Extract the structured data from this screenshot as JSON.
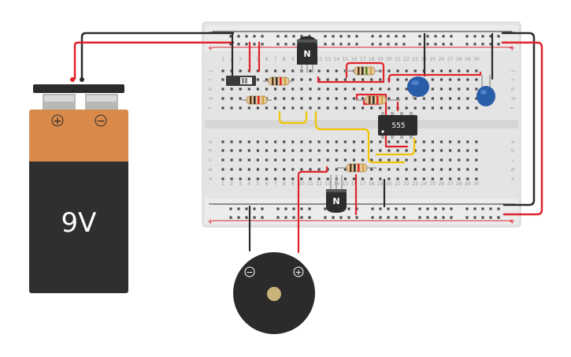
{
  "battery": {
    "voltage_label": "9V",
    "plus_label": "+",
    "minus_label": "−"
  },
  "breadboard": {
    "rail_plus": "+",
    "rail_minus": "−",
    "row_letters_top": [
      "j",
      "i",
      "h",
      "g",
      "f"
    ],
    "row_letters_bottom": [
      "e",
      "d",
      "c",
      "b",
      "a"
    ],
    "column_numbers": [
      "1",
      "2",
      "3",
      "4",
      "5",
      "6",
      "7",
      "8",
      "9",
      "10",
      "11",
      "12",
      "13",
      "14",
      "15",
      "16",
      "17",
      "18",
      "19",
      "20",
      "21",
      "22",
      "23",
      "24",
      "25",
      "26",
      "27",
      "28",
      "29",
      "30"
    ]
  },
  "chip": {
    "label": "555"
  },
  "transistor_top": {
    "label": "N"
  },
  "transistor_bottom": {
    "label": "N"
  },
  "buzzer": {
    "minus_label": "−",
    "plus_label": "+"
  },
  "colors": {
    "wire_red": "#e0232b",
    "wire_black": "#2b2b2b",
    "wire_yellow": "#f2c400",
    "battery_orange": "#d98a4b",
    "battery_body": "#2f2f2f",
    "board": "#e8e8e8",
    "capacitor_blue": "#2a5da8",
    "chip_body": "#2d2d2d"
  }
}
